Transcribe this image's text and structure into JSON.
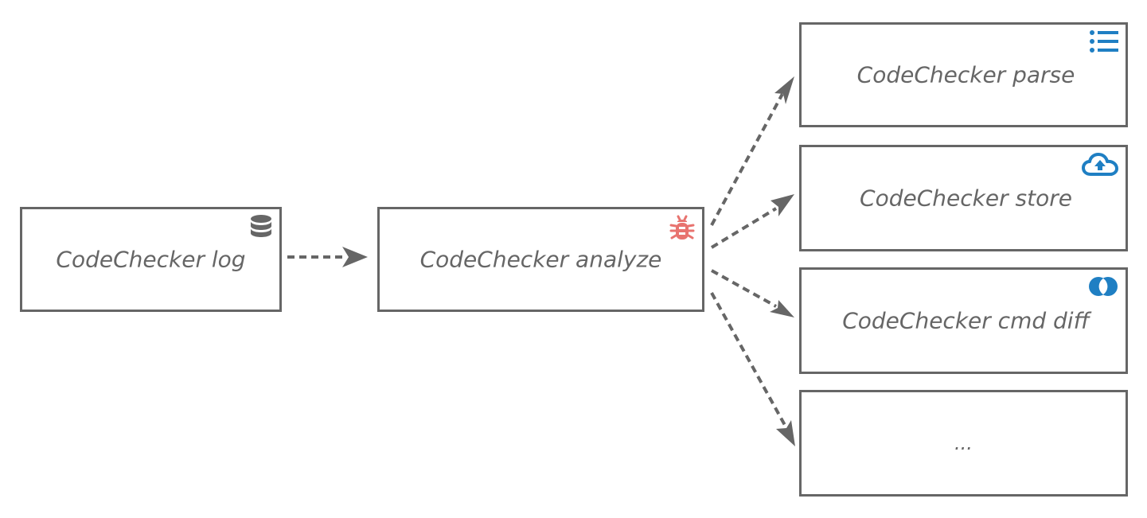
{
  "nodes": {
    "log": {
      "label": "CodeChecker log",
      "icon": "database-icon"
    },
    "analyze": {
      "label": "CodeChecker analyze",
      "icon": "bug-icon"
    },
    "parse": {
      "label": "CodeChecker parse",
      "icon": "list-icon"
    },
    "store": {
      "label": "CodeChecker store",
      "icon": "cloud-upload-icon"
    },
    "diff": {
      "label": "CodeChecker cmd diff",
      "icon": "diff-circles-icon"
    },
    "more": {
      "label": "..."
    }
  },
  "edges": [
    {
      "from": "log",
      "to": "analyze",
      "style": "dashed"
    },
    {
      "from": "analyze",
      "to": "parse",
      "style": "dashed"
    },
    {
      "from": "analyze",
      "to": "store",
      "style": "dashed"
    },
    {
      "from": "analyze",
      "to": "diff",
      "style": "dashed"
    },
    {
      "from": "analyze",
      "to": "more",
      "style": "dashed"
    }
  ],
  "colors": {
    "border": "#666666",
    "text": "#666666",
    "bug_icon": "#e8736f",
    "blue_icon": "#1f7fc3",
    "database_icon": "#666666"
  }
}
